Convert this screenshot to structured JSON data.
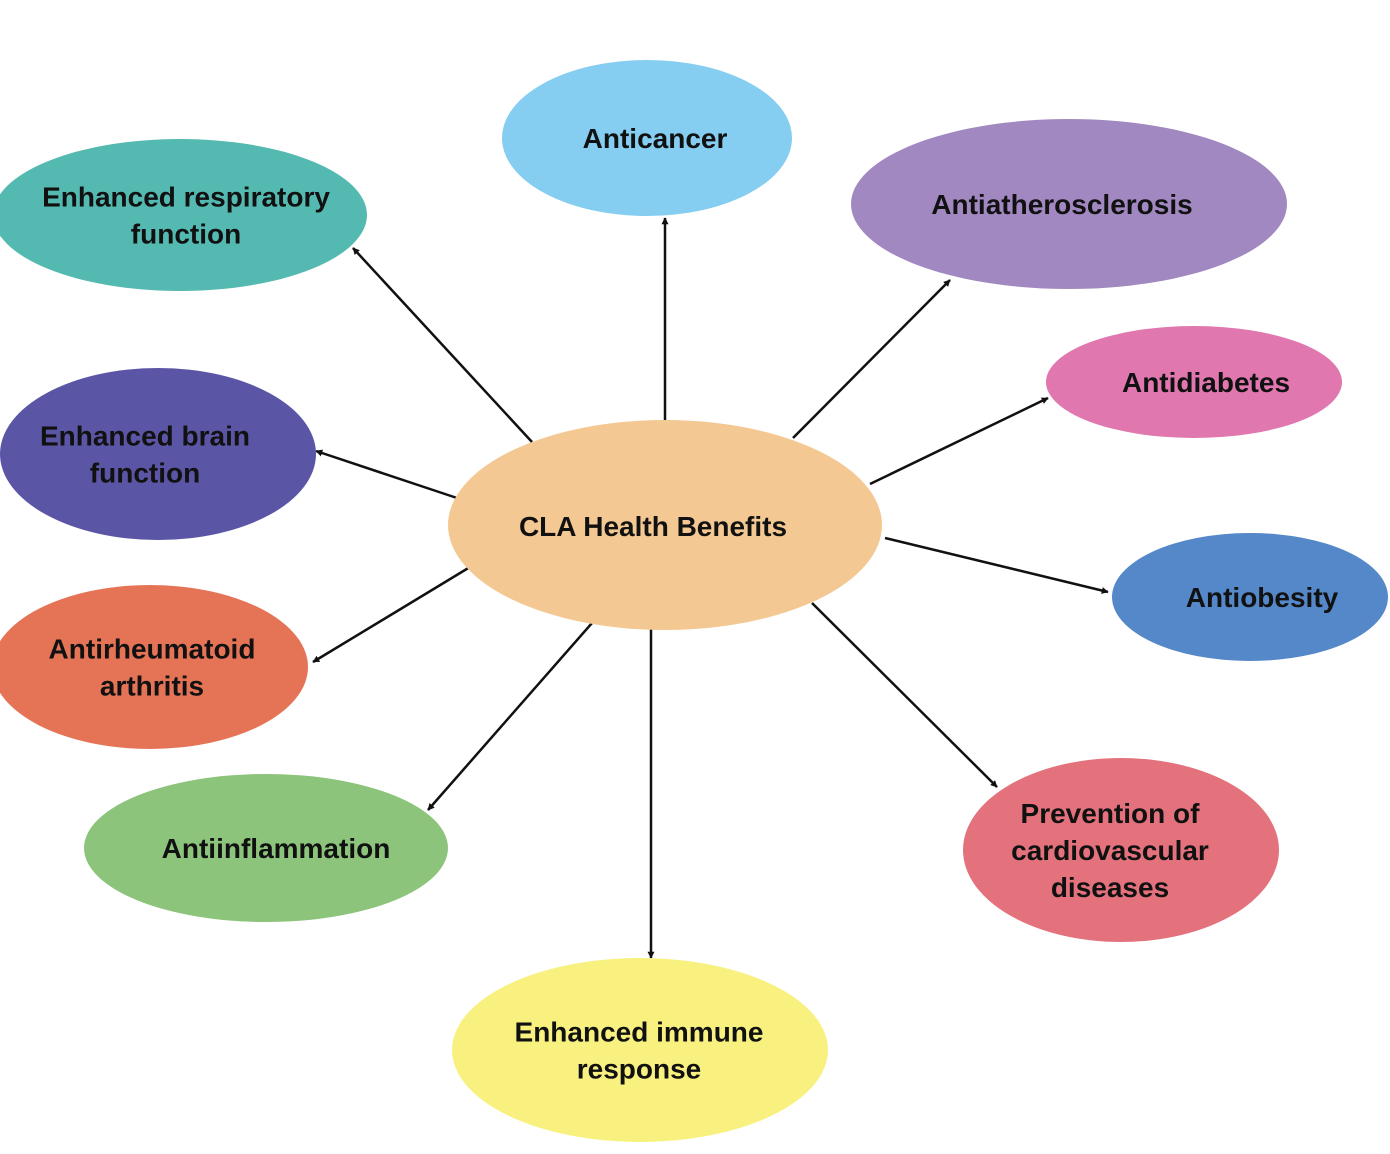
{
  "diagram": {
    "center": {
      "label": "CLA Health Benefits",
      "color": "#F4C892"
    },
    "nodes": [
      {
        "id": "anticancer",
        "lines": [
          "Anticancer"
        ],
        "color": "#86CEF1"
      },
      {
        "id": "antiatherosclerosis",
        "lines": [
          "Antiatherosclerosis"
        ],
        "color": "#A188C0"
      },
      {
        "id": "antidiabetes",
        "lines": [
          "Antidiabetes"
        ],
        "color": "#E077AE"
      },
      {
        "id": "antiobesity",
        "lines": [
          "Antiobesity"
        ],
        "color": "#5588C9"
      },
      {
        "id": "prevention-of-cardiovascular-diseases",
        "lines": [
          "Prevention of",
          "cardiovascular",
          "diseases"
        ],
        "color": "#E3727D"
      },
      {
        "id": "enhanced-immune-response",
        "lines": [
          "Enhanced immune",
          "response"
        ],
        "color": "#F8F180"
      },
      {
        "id": "antiinflammation",
        "lines": [
          "Antiinflammation"
        ],
        "color": "#8DC47C"
      },
      {
        "id": "antirheumatoid-arthritis",
        "lines": [
          "Antirheumatoid",
          "arthritis"
        ],
        "color": "#E57456"
      },
      {
        "id": "enhanced-brain-function",
        "lines": [
          "Enhanced brain",
          "function"
        ],
        "color": "#5B55A5"
      },
      {
        "id": "enhanced-respiratory-function",
        "lines": [
          "Enhanced respiratory",
          "function"
        ],
        "color": "#54B9B0"
      }
    ],
    "arrow_color": "#111111"
  }
}
